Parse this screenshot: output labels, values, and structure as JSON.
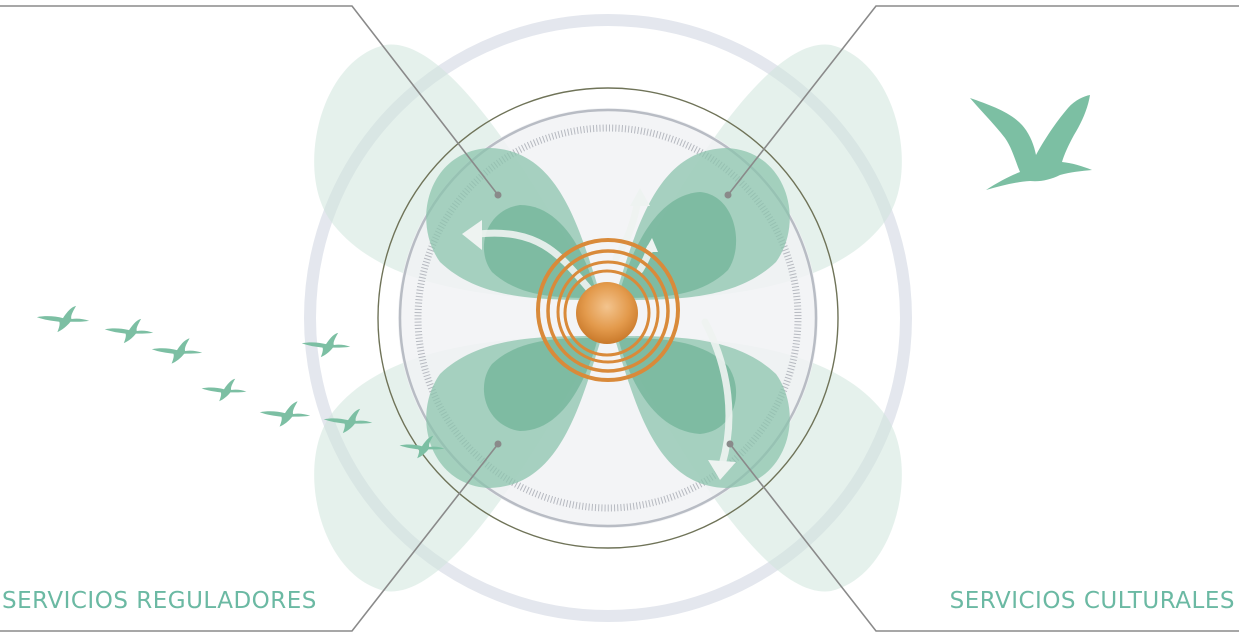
{
  "labels": {
    "bottom_left": "SERVICIOS REGULADORES",
    "bottom_right": "SERVICIOS CULTURALES"
  },
  "colors": {
    "label_text": "#6bb9a3",
    "petal_light": "#cfe6dc",
    "petal_mid": "#8cc4ad",
    "petal_dark": "#5ea98b",
    "bird": "#7cbfa3",
    "ring_outer": "#e4e7ee",
    "ring_dark": "#6f7358",
    "ring_gray": "#b8bcc4",
    "center_orange": "#d98a3a",
    "leader_line": "#8a8a8a",
    "arrow": "#eef3f1"
  },
  "icons": {
    "bird_flock": "flying-ibis-silhouette",
    "heron": "flying-heron-silhouette",
    "center": "concentric-orange-rings"
  }
}
